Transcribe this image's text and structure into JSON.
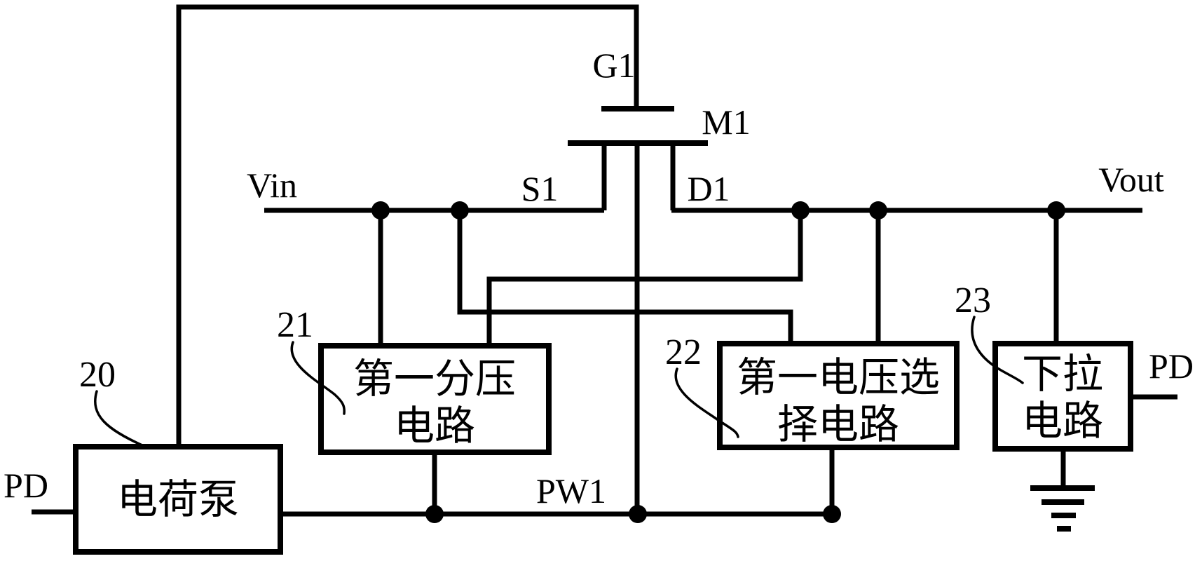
{
  "figure": {
    "type": "patent-circuit-diagram",
    "background_color": "#ffffff",
    "line_color": "#000000",
    "terminals": {
      "vin": "Vin",
      "vout": "Vout",
      "pd_left": "PD",
      "pd_right": "PD",
      "pw1": "PW1"
    },
    "transistor": {
      "name": "M1",
      "gate": "G1",
      "source": "S1",
      "drain": "D1"
    },
    "blocks": {
      "charge_pump": {
        "ref": "20",
        "lines": [
          "电荷泵"
        ]
      },
      "first_divider": {
        "ref": "21",
        "lines": [
          "第一分压",
          "电路"
        ]
      },
      "first_voltage_selector": {
        "ref": "22",
        "lines": [
          "第一电压选",
          "择电路"
        ]
      },
      "pull_down": {
        "ref": "23",
        "lines": [
          "下拉",
          "电路"
        ]
      }
    }
  }
}
